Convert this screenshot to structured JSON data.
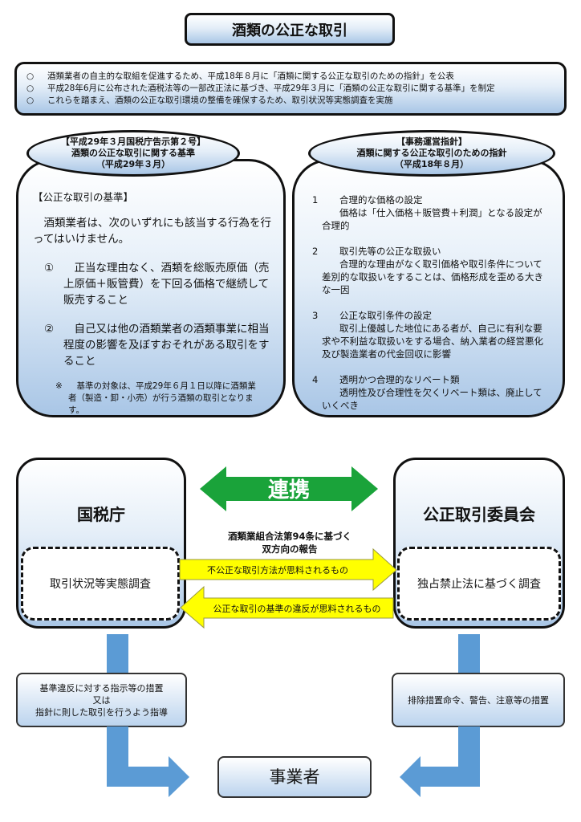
{
  "title": "酒類の公正な取引",
  "intro": {
    "bullet": "○",
    "items": [
      "酒類業者の自主的な取組を促進するため、平成18年８月に「酒類に関する公正な取引のための指針」を公表",
      "平成28年6月に公布された酒税法等の一部改正法に基づき、平成29年３月に「酒類の公正な取引に関する基準」を制定",
      "これらを踏まえ、酒類の公正な取引環境の整備を確保するため、取引状況等実態調査を実施"
    ]
  },
  "standard": {
    "header": [
      "【平成29年３月国税庁告示第２号】",
      "酒類の公正な取引に関する基準",
      "（平成29年３月）"
    ],
    "heading": "【公正な取引の基準】",
    "lead": "酒類業者は、次のいずれにも該当する行為を行ってはいけません。",
    "items": [
      {
        "num": "①",
        "text": "正当な理由なく、酒類を総販売原価（売上原価＋販管費）を下回る価格で継続して販売すること"
      },
      {
        "num": "②",
        "text": "自己又は他の酒類業者の酒類事業に相当程度の影響を及ぼすおそれがある取引をすること"
      }
    ],
    "note_mark": "※",
    "note": "基準の対象は、平成29年６月１日以降に酒類業者（製造・卸・小売）が行う酒類の取引となります。"
  },
  "guideline": {
    "header": [
      "【事務運営指針】",
      "酒類に関する公正な取引のための指針",
      "（平成18年８月）"
    ],
    "items": [
      {
        "num": "1",
        "title": "合理的な価格の設定",
        "text": "価格は「仕入価格＋販管費＋利潤」となる設定が合理的"
      },
      {
        "num": "2",
        "title": "取引先等の公正な取扱い",
        "text": "合理的な理由がなく取引価格や取引条件について差別的な取扱いをすることは、価格形成を歪める大きな一因"
      },
      {
        "num": "3",
        "title": "公正な取引条件の設定",
        "text": "取引上優越した地位にある者が、自己に有利な要求や不利益な取扱いをする場合、納入業者の経営悪化及び製造業者の代金回収に影響"
      },
      {
        "num": "4",
        "title": "透明かつ合理的なリベート類",
        "text": "透明性及び合理性を欠くリベート類は、廃止していくべき"
      }
    ]
  },
  "nta": {
    "name": "国税庁",
    "survey": "取引状況等実態調査",
    "action": [
      "基準違反に対する指示等の措置",
      "又は",
      "指針に則した取引を行うよう指導"
    ]
  },
  "jftc": {
    "name": "公正取引委員会",
    "survey": "独占禁止法に基づく調査",
    "action": [
      "排除措置命令、警告、注意等の措置"
    ]
  },
  "cooperation": "連携",
  "report": [
    "酒類業組合法第94条に基づく",
    "双方向の報告"
  ],
  "to_jftc": "不公正な取引方法が思料されるもの",
  "to_nta": "公正な取引の基準の違反が思料されるもの",
  "business": "事業者",
  "colors": {
    "green": "#1aa33a",
    "yellow": "#ffff00",
    "blue": "#5b9bd5"
  }
}
